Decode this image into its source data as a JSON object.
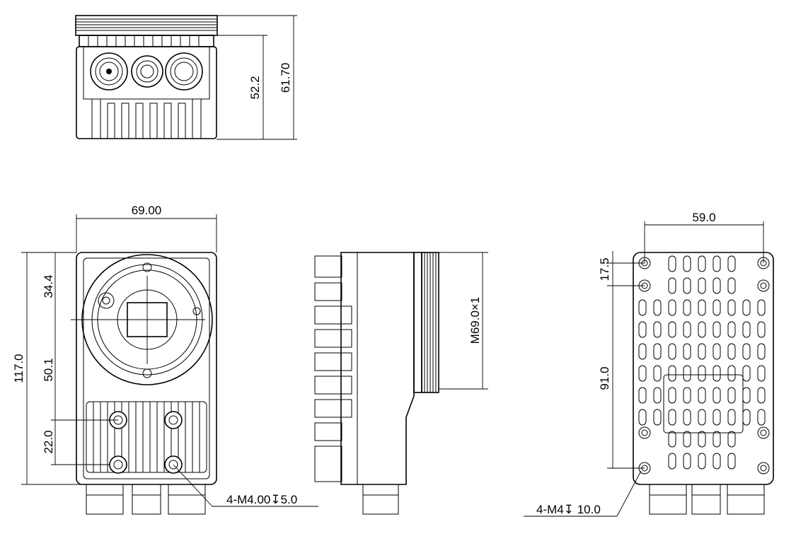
{
  "drawing": {
    "top_view": {
      "dim_height_inner": "52.2",
      "dim_height_outer": "61.70"
    },
    "front_view": {
      "dim_width": "69.00",
      "dim_total_height": "117.0",
      "dim_upper": "34.4",
      "dim_middle": "50.1",
      "dim_holes": "22.0",
      "thread_callout": "4-M4.00↧5.0"
    },
    "side_view": {
      "dim_thread": "M69.0×1"
    },
    "back_view": {
      "dim_width": "59.0",
      "dim_top": "17.5",
      "dim_height": "91.0",
      "thread_callout": "4-M4↧ 10.0"
    }
  }
}
